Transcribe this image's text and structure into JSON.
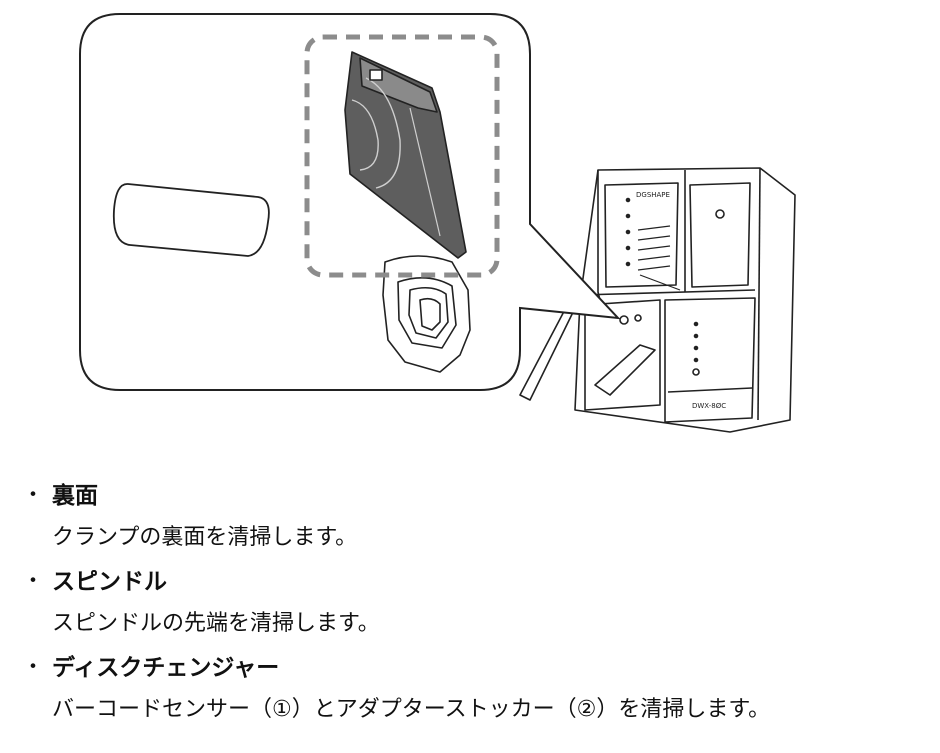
{
  "device": {
    "brand": "DGSHAPE",
    "model": "DWX-8ØC"
  },
  "items": [
    {
      "bullet": "・",
      "title": "裏面",
      "description": "クランプの裏面を清掃します。"
    },
    {
      "bullet": "・",
      "title": "スピンドル",
      "description": "スピンドルの先端を清掃します。"
    },
    {
      "bullet": "・",
      "title": "ディスクチェンジャー",
      "description": "バーコードセンサー（①）とアダプターストッカー（②）を清掃します。"
    }
  ]
}
